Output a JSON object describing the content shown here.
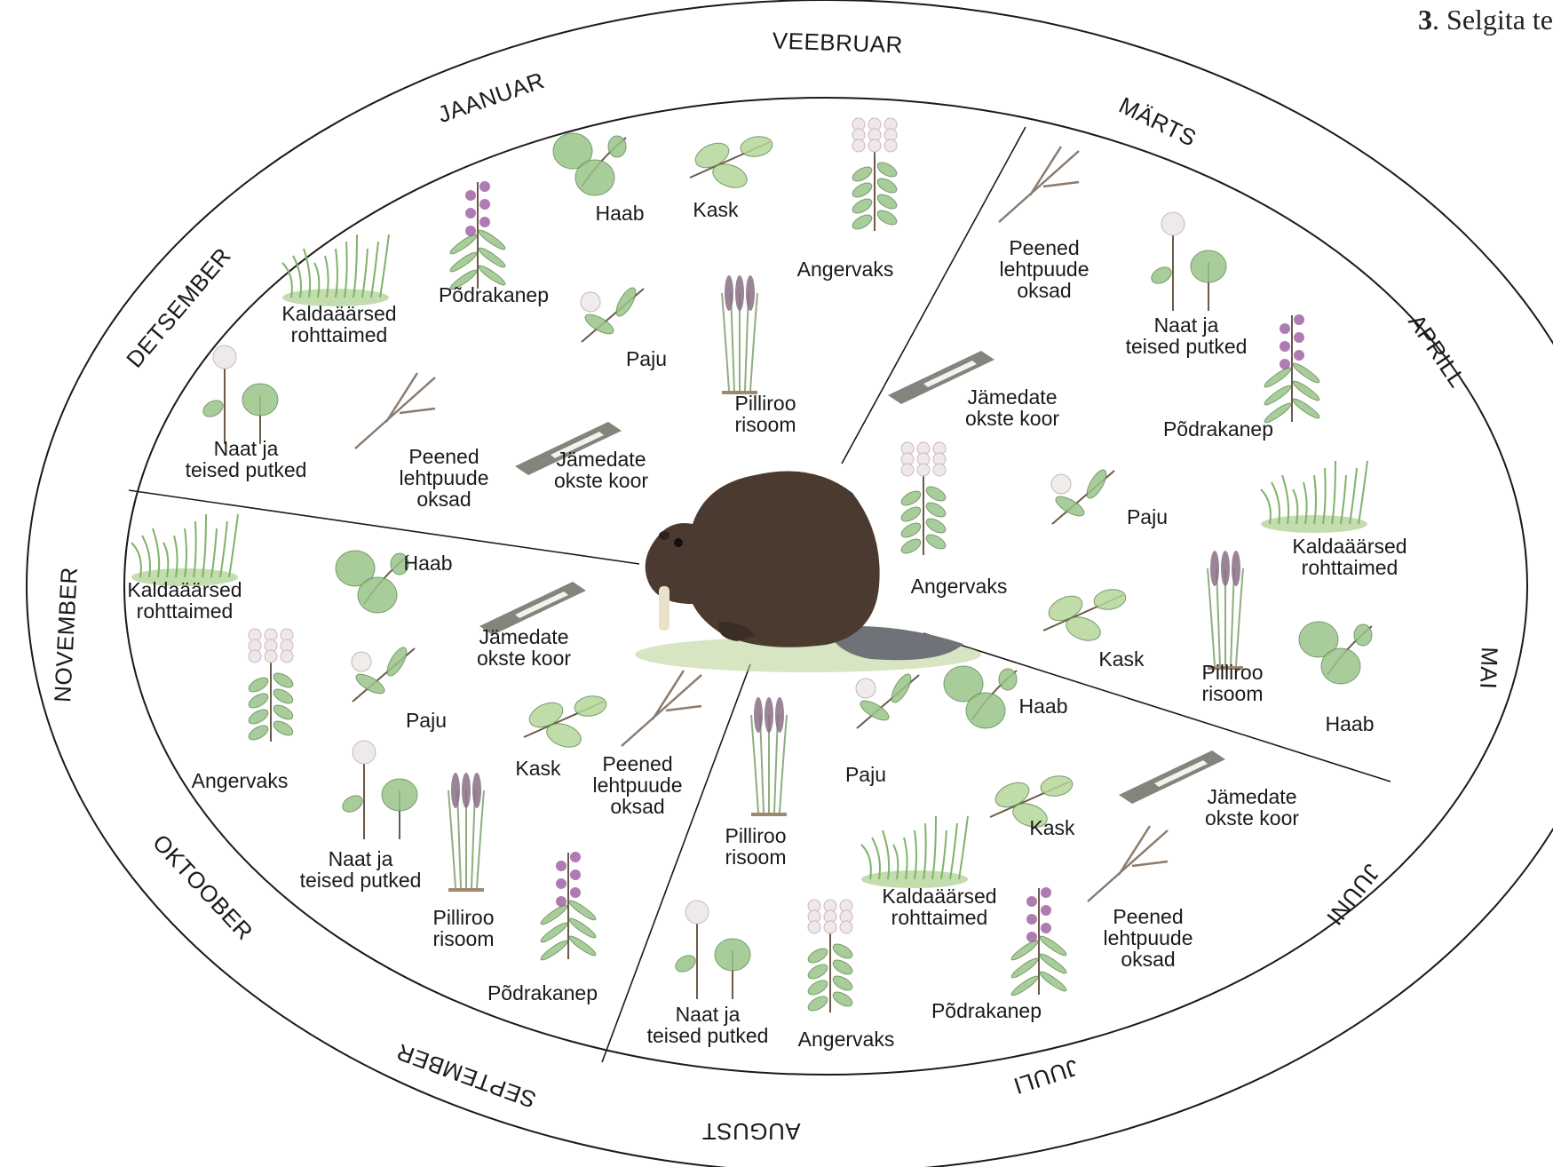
{
  "exercise_fragment": {
    "number": "3",
    "text": ". Selgita te"
  },
  "months": [
    "VEEBRUAR",
    "JAANUAR",
    "DETSEMBER",
    "NOVEMBER",
    "OKTOOBER",
    "SEPTEMBER",
    "AUGUST",
    "JUULI",
    "JUUNI",
    "MAI",
    "APRILL",
    "MÄRTS"
  ],
  "sectors": {
    "winter": {
      "items": [
        {
          "label": "Haab",
          "icon": "aspen-leaf-icon"
        },
        {
          "label": "Kask",
          "icon": "birch-leaf-icon"
        },
        {
          "label": "Angervaks",
          "icon": "meadowsweet-icon"
        },
        {
          "label": "Põdrakanep",
          "icon": "fireweed-icon"
        },
        {
          "label": "Kaldaäärsed\nrohttaimed",
          "icon": "grass-icon"
        },
        {
          "label": "Paju",
          "icon": "willow-icon"
        },
        {
          "label": "Pilliroo\nrisoom",
          "icon": "reed-icon"
        },
        {
          "label": "Naat ja\nteised putked",
          "icon": "umbellifer-icon"
        },
        {
          "label": "Peened\nlehtpuude\noksad",
          "icon": "twig-icon"
        },
        {
          "label": "Jämedate\nokste koor",
          "icon": "bark-icon"
        }
      ]
    },
    "spring": {
      "items": [
        {
          "label": "Peened\nlehtpuude\noksad",
          "icon": "twig-icon"
        },
        {
          "label": "Naat ja\nteised putked",
          "icon": "umbellifer-icon"
        },
        {
          "label": "Jämedate\nokste koor",
          "icon": "bark-icon"
        },
        {
          "label": "Põdrakanep",
          "icon": "fireweed-icon"
        },
        {
          "label": "Angervaks",
          "icon": "meadowsweet-icon"
        },
        {
          "label": "Paju",
          "icon": "willow-icon"
        },
        {
          "label": "Kaldaäärsed\nrohttaimed",
          "icon": "grass-icon"
        },
        {
          "label": "Kask",
          "icon": "birch-leaf-icon"
        },
        {
          "label": "Pilliroo\nrisoom",
          "icon": "reed-icon"
        },
        {
          "label": "Haab",
          "icon": "aspen-leaf-icon"
        }
      ]
    },
    "summer": {
      "items": [
        {
          "label": "Haab",
          "icon": "aspen-leaf-icon"
        },
        {
          "label": "Paju",
          "icon": "willow-icon"
        },
        {
          "label": "Jämedate\nokste koor",
          "icon": "bark-icon"
        },
        {
          "label": "Kask",
          "icon": "birch-leaf-icon"
        },
        {
          "label": "Pilliroo\nrisoom",
          "icon": "reed-icon"
        },
        {
          "label": "Kaldaäärsed\nrohttaimed",
          "icon": "grass-icon"
        },
        {
          "label": "Peened\nlehtpuude\noksad",
          "icon": "twig-icon"
        },
        {
          "label": "Põdrakanep",
          "icon": "fireweed-icon"
        },
        {
          "label": "Naat ja\nteised putked",
          "icon": "umbellifer-icon"
        },
        {
          "label": "Angervaks",
          "icon": "meadowsweet-icon"
        }
      ]
    },
    "autumn": {
      "items": [
        {
          "label": "Kaldaäärsed\nrohttaimed",
          "icon": "grass-icon"
        },
        {
          "label": "Haab",
          "icon": "aspen-leaf-icon"
        },
        {
          "label": "Jämedate\nokste koor",
          "icon": "bark-icon"
        },
        {
          "label": "Angervaks",
          "icon": "meadowsweet-icon"
        },
        {
          "label": "Paju",
          "icon": "willow-icon"
        },
        {
          "label": "Kask",
          "icon": "birch-leaf-icon"
        },
        {
          "label": "Peened\nlehtpuude\noksad",
          "icon": "twig-icon"
        },
        {
          "label": "Naat ja\nteised putked",
          "icon": "umbellifer-icon"
        },
        {
          "label": "Pilliroo\nrisoom",
          "icon": "reed-icon"
        },
        {
          "label": "Põdrakanep",
          "icon": "fireweed-icon"
        }
      ]
    }
  },
  "center_icon": "beaver-icon",
  "colors": {
    "outline": "#1a1a1a",
    "leaf": "#9bc48a",
    "leaf_dark": "#5f8c52",
    "fireweed": "#9a5aa0",
    "reed": "#8a6f86",
    "bark": "#6e6e66",
    "beaver": "#4a3a30",
    "grass": "#7fb36a"
  }
}
